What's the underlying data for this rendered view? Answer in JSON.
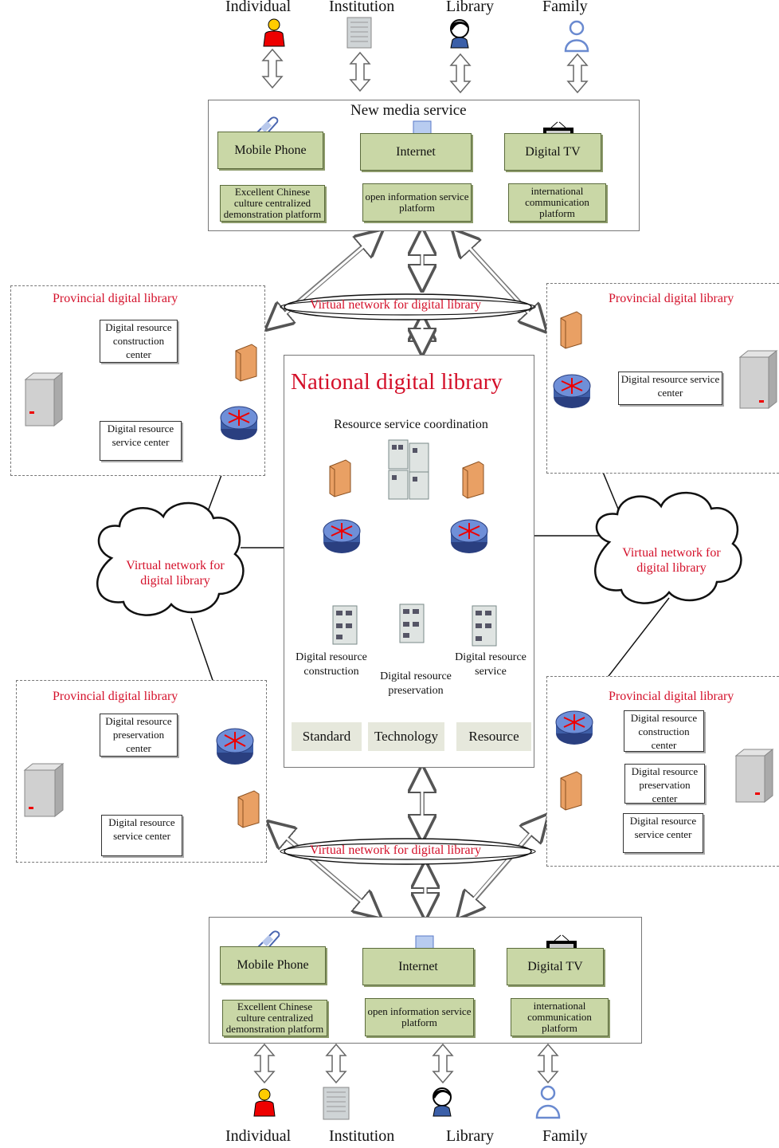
{
  "users_top": {
    "individual": "Individual",
    "institution": "Institution",
    "library": "Library",
    "family": "Family"
  },
  "users_bottom": {
    "individual": "Individual",
    "institution": "Institution",
    "library": "Library",
    "family": "Family"
  },
  "new_media": {
    "title": "New media service",
    "mobile": "Mobile Phone",
    "internet": "Internet",
    "digital_tv": "Digital TV",
    "platform_culture": "Excellent Chinese culture centralized demonstration platform",
    "platform_open": "open information service platform",
    "platform_intl": "international communication platform"
  },
  "bottom_media": {
    "mobile": "Mobile Phone",
    "internet": "Internet",
    "digital_tv": "Digital TV",
    "platform_culture": "Excellent Chinese culture centralized demonstration platform",
    "platform_open": "open information service platform",
    "platform_intl": "international communication platform"
  },
  "vnet_top": "Virtual network for digital library",
  "vnet_bottom": "Virtual network for digital library",
  "vnet_left": "Virtual network for digital library",
  "vnet_right": "Virtual network for digital library",
  "prov_tl": {
    "title": "Provincial digital library",
    "box1": "Digital resource construction center",
    "box2": "Digital resource service center"
  },
  "prov_tr": {
    "title": "Provincial digital library",
    "box1": "Digital resource service center"
  },
  "prov_bl": {
    "title": "Provincial digital library",
    "box1": "Digital resource preservation center",
    "box2": "Digital resource service center"
  },
  "prov_br": {
    "title": "Provincial digital library",
    "box1": "Digital resource construction center",
    "box2": "Digital resource preservation center",
    "box3": "Digital resource service center"
  },
  "national": {
    "title": "National digital library",
    "coord": "Resource service coordination",
    "construction": "Digital resource construction",
    "preservation": "Digital resource preservation",
    "service": "Digital resource service",
    "standard": "Standard",
    "technology": "Technology",
    "resource": "Resource"
  },
  "colors": {
    "accent_red": "#d4102a",
    "box_green": "#c9d7a6",
    "router_blue": "#3f5fa8",
    "firewall_orange": "#e9a064"
  }
}
